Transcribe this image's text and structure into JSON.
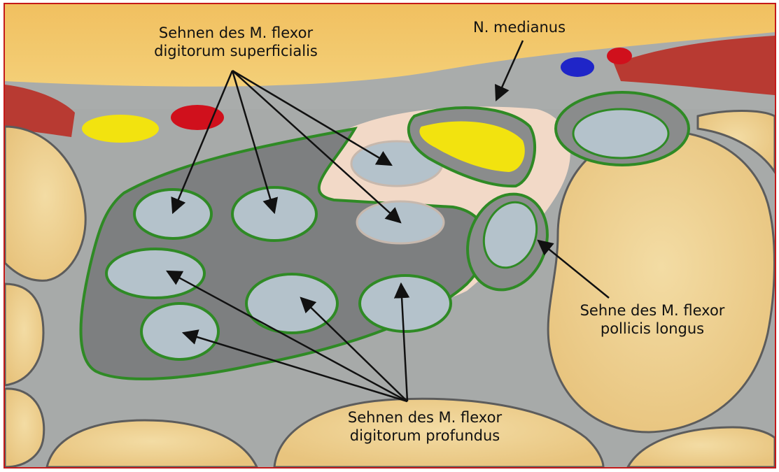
{
  "labels": {
    "fds": {
      "line1": "Sehnen des M. flexor",
      "line2": "digitorum superficialis"
    },
    "median": "N. medianus",
    "fpl": {
      "line1": "Sehne des M. flexor",
      "line2": "pollicis longus"
    },
    "fdp": {
      "line1": "Sehnen des M. flexor",
      "line2": "digitorum profundus"
    }
  },
  "colors": {
    "frame": "#c41a1a",
    "tendon": "#b4c2cb",
    "sheath_outline": "#2f8a25",
    "nerve": "#f2e30f",
    "artery": "#d0101c",
    "vein": "#1f25c8",
    "bone": "#efd08f",
    "connective_tissue": "#a7aaa9",
    "synovial_space": "#f2d9c7",
    "muscle": "#b83a32",
    "fat": "#f1c766"
  }
}
